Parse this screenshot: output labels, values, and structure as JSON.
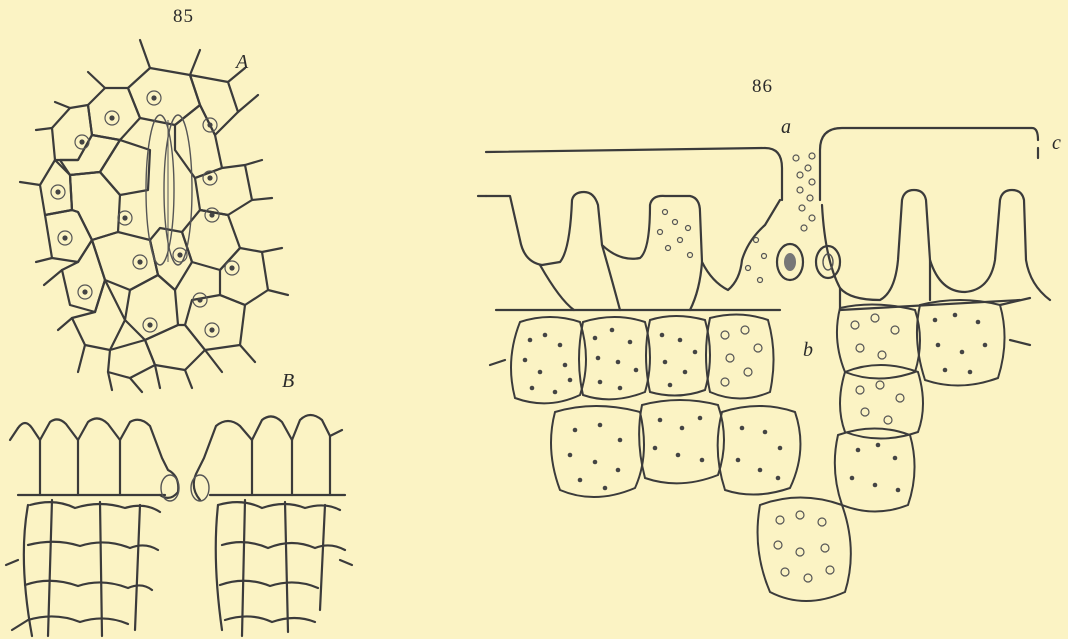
{
  "figures": {
    "fig85": {
      "number": "85",
      "label_a": "A",
      "label_b": "B"
    },
    "fig86": {
      "number": "86",
      "label_a": "a",
      "label_b": "b",
      "label_c": "c"
    }
  },
  "colors": {
    "background": "#fbf3c4",
    "ink": "#3b3b3b"
  }
}
